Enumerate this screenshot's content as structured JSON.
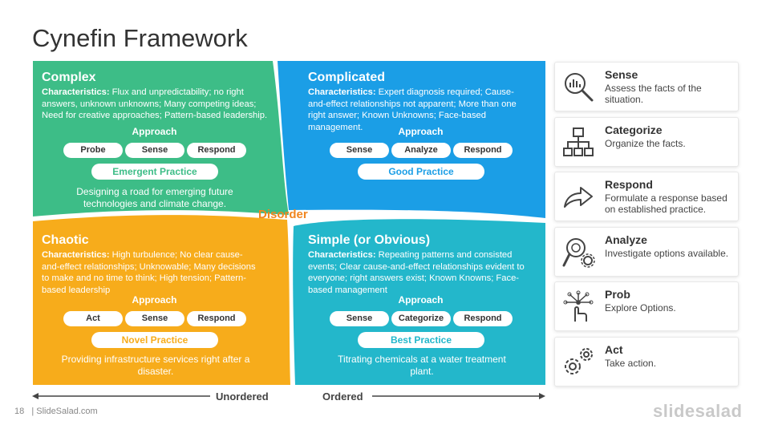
{
  "title": "Cynefin Framework",
  "colors": {
    "complex": "#3dbd87",
    "complicated": "#1b9ee6",
    "chaotic": "#f7ac1b",
    "simple": "#23b7cb",
    "disorder": "#f0861f"
  },
  "quadrants": {
    "complex": {
      "title": "Complex",
      "char_label": "Characteristics:",
      "char_text": " Flux and unpredictability; no right answers, unknown unknowns; Many competing ideas; Need for creative approaches; Pattern-based leadership.",
      "approach_label": "Approach",
      "steps": [
        "Probe",
        "Sense",
        "Respond"
      ],
      "practice": "Emergent Practice",
      "example": "Designing a road for emerging future technologies and climate change."
    },
    "complicated": {
      "title": "Complicated",
      "char_label": "Characteristics:",
      "char_text": " Expert diagnosis required; Cause-and-effect relationships not apparent; More than one right answer; Known Unknowns; Face-based management.",
      "approach_label": "Approach",
      "steps": [
        "Sense",
        "Analyze",
        "Respond"
      ],
      "practice": "Good Practice"
    },
    "chaotic": {
      "title": "Chaotic",
      "char_label": "Characteristics:",
      "char_text": " High turbulence; No clear cause-and-effect relationships; Unknowable; Many decisions to make and no time to think; High tension; Pattern-based leadership",
      "approach_label": "Approach",
      "steps": [
        "Act",
        "Sense",
        "Respond"
      ],
      "practice": "Novel Practice",
      "example": "Providing infrastructure services right after a disaster."
    },
    "simple": {
      "title": "Simple (or Obvious)",
      "char_label": "Characteristics:",
      "char_text": " Repeating patterns and consisted events; Clear cause-and-effect relationships evident to everyone; right answers exist; Known Knowns; Face-based management",
      "approach_label": "Approach",
      "steps": [
        "Sense",
        "Categorize",
        "Respond"
      ],
      "practice": "Best Practice",
      "example": "Titrating chemicals at a water treatment plant."
    }
  },
  "disorder": "Disorder",
  "axis": {
    "left": "Unordered",
    "right": "Ordered"
  },
  "cards": [
    {
      "title": "Sense",
      "desc": "Assess the facts of the situation.",
      "icon": "magnifier-chart-icon"
    },
    {
      "title": "Categorize",
      "desc": "Organize the facts.",
      "icon": "hierarchy-icon"
    },
    {
      "title": "Respond",
      "desc": "Formulate a response based on established practice.",
      "icon": "arrow-share-icon"
    },
    {
      "title": "Analyze",
      "desc": "Investigate options available.",
      "icon": "analyze-gear-icon"
    },
    {
      "title": "Prob",
      "desc": "Explore Options.",
      "icon": "touch-network-icon"
    },
    {
      "title": "Act",
      "desc": "Take action.",
      "icon": "gears-icon"
    }
  ],
  "footer": {
    "page": "18",
    "site": "| SlideSalad.com"
  },
  "brand": "slidesalad"
}
